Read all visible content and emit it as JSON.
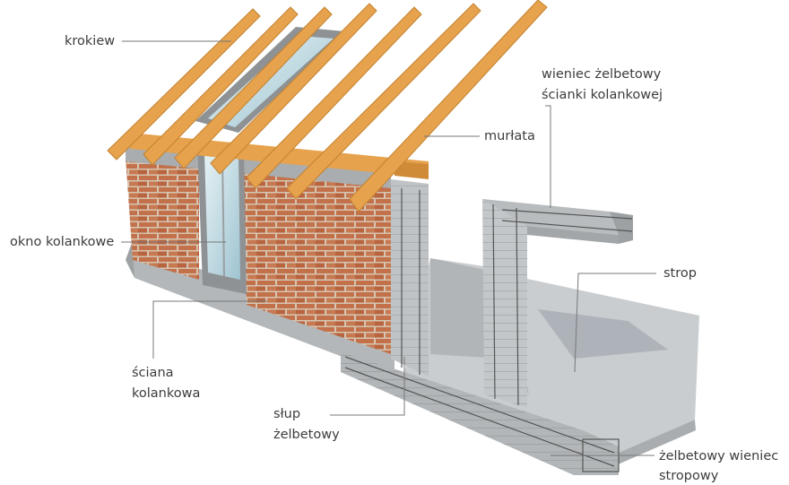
{
  "labels": {
    "krokiew": "krokiew",
    "wieniec_scianki_l1": "wieniec żelbetowy",
    "wieniec_scianki_l2": "ścianki kolankowej",
    "murlata": "murłata",
    "okno": "okno kolankowe",
    "strop": "strop",
    "sciana_l1": "ściana",
    "sciana_l2": "kolankowa",
    "slup_l1": "słup",
    "slup_l2": "żelbetowy",
    "wieniec_stropowy_l1": "żelbetowy wieniec",
    "wieniec_stropowy_l2": "stropowy"
  },
  "colors": {
    "brick": "#c0704a",
    "mortar": "#d9c8b6",
    "timber": "#e6a24c",
    "concrete": "#b8bcbd",
    "slab": "#c9cdcf",
    "glass": "#bfd9e2",
    "leader": "#777777"
  }
}
